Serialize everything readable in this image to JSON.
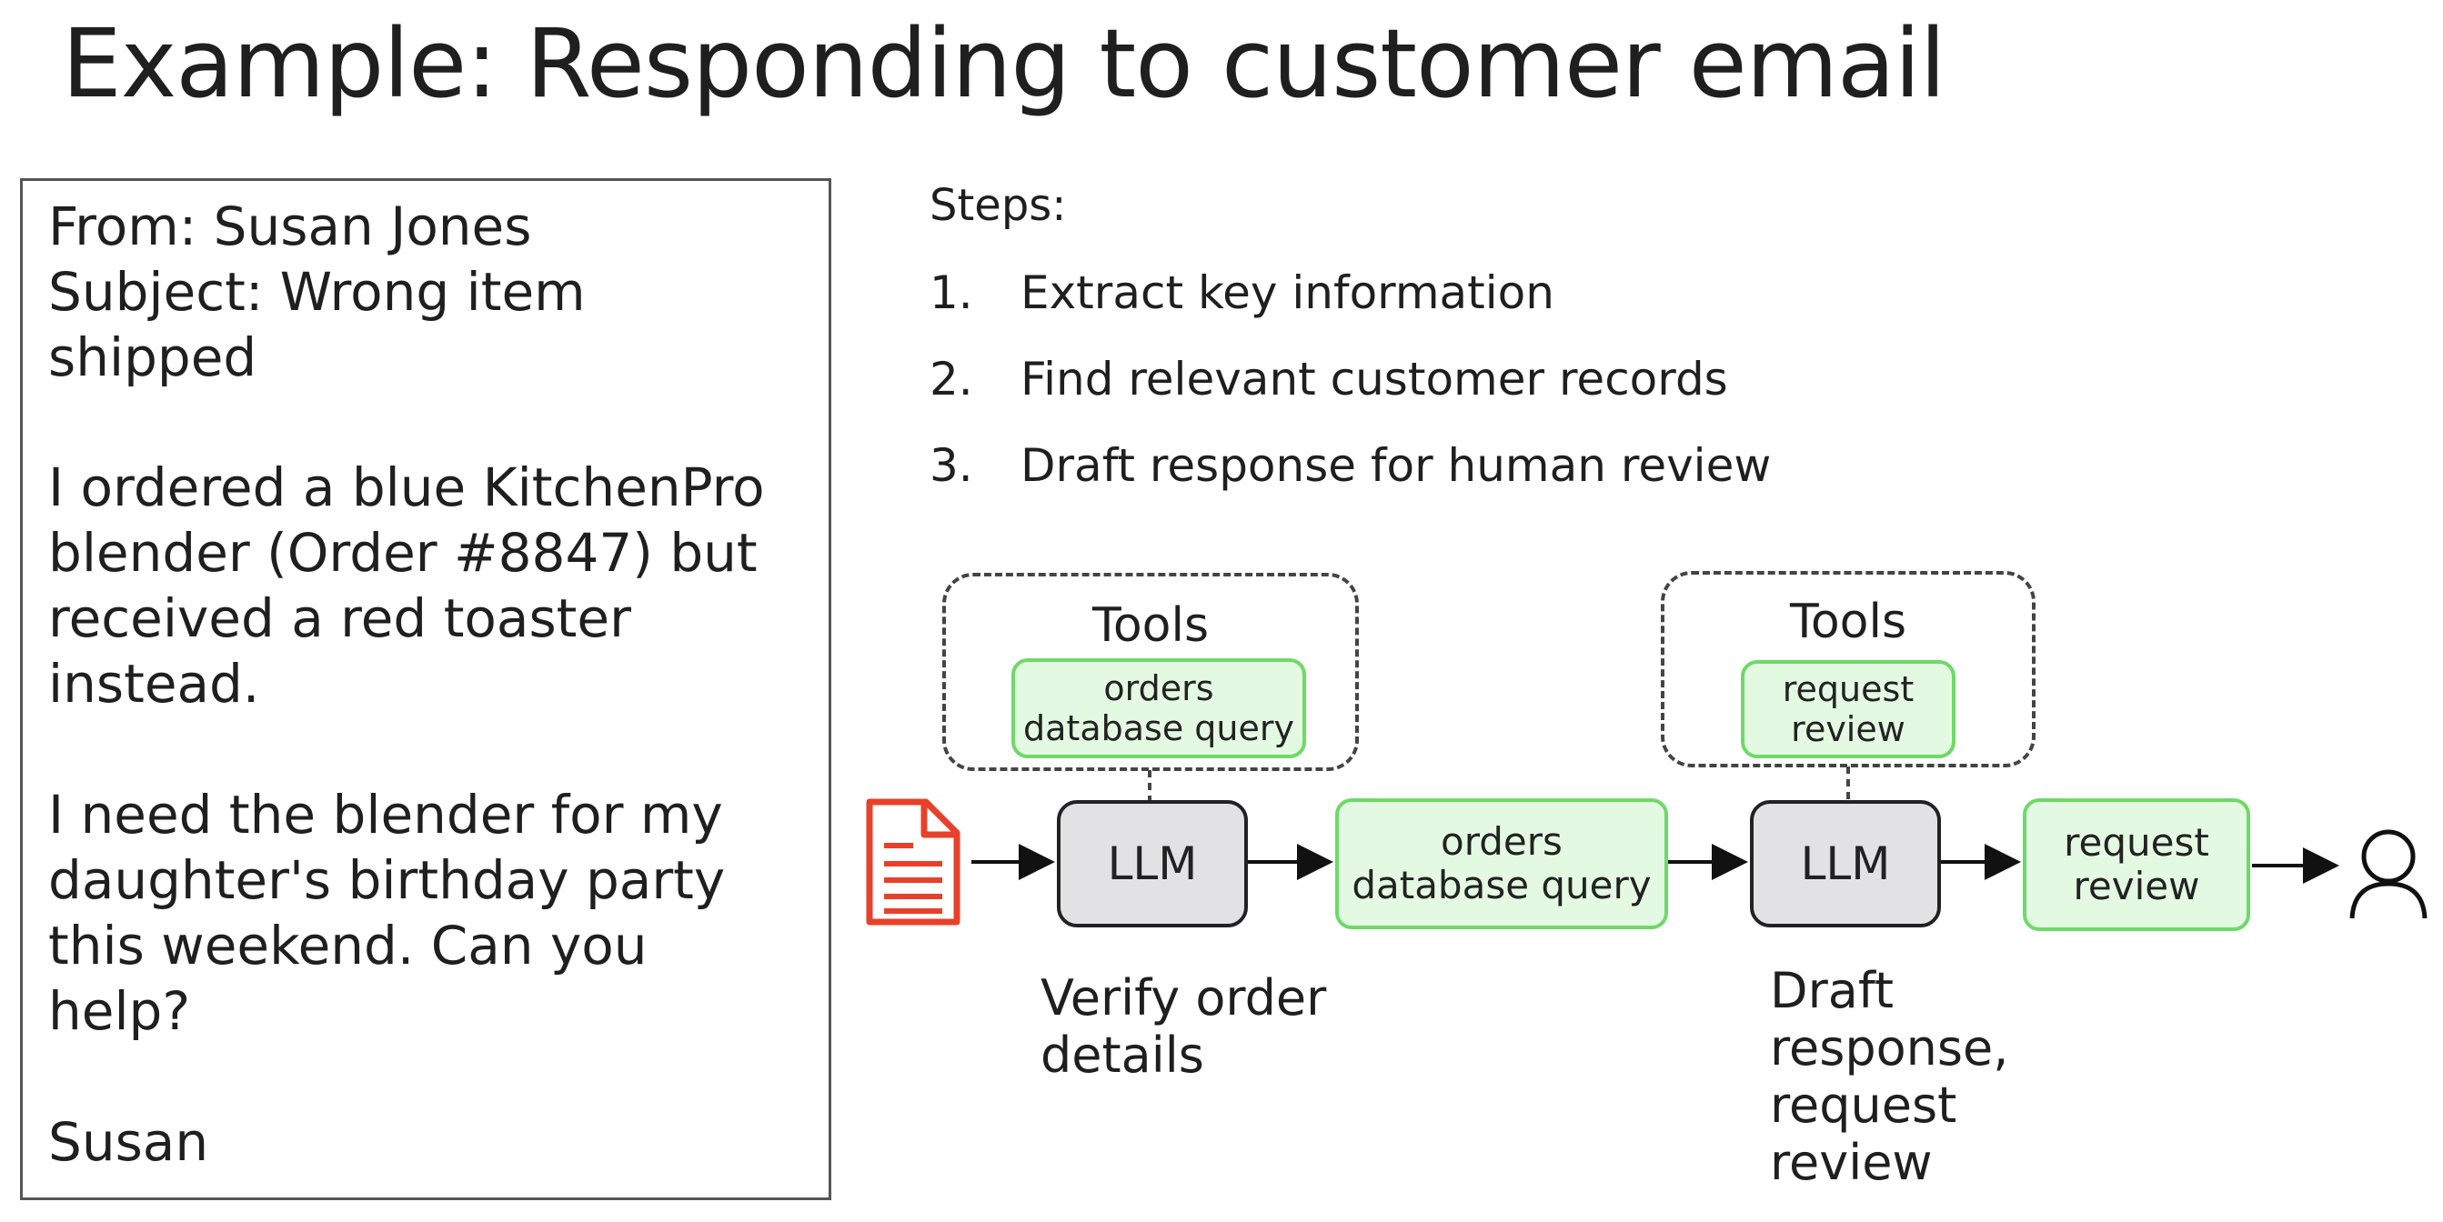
{
  "title": "Example: Responding to customer email",
  "email": {
    "lines": [
      "From: Susan Jones",
      "Subject: Wrong item",
      "shipped",
      "I ordered a blue KitchenPro",
      "blender (Order #8847) but",
      "received a red toaster",
      "instead.",
      "I need the blender for my",
      "daughter's birthday party",
      "this weekend. Can you",
      "help?",
      "Susan"
    ]
  },
  "steps": {
    "label": "Steps:",
    "items": [
      {
        "num": "1.",
        "text": "Extract key information"
      },
      {
        "num": "2.",
        "text": "Find relevant customer records"
      },
      {
        "num": "3.",
        "text": "Draft response for human review"
      }
    ]
  },
  "diagram": {
    "tools_label": "Tools",
    "tool1": {
      "line1": "orders",
      "line2": "database query"
    },
    "tool2": {
      "line1": "request",
      "line2": "review"
    },
    "llm_label": "LLM",
    "action1": {
      "line1": "orders",
      "line2": "database query"
    },
    "action2": {
      "line1": "request",
      "line2": "review"
    },
    "caption1": [
      "Verify order",
      "details"
    ],
    "caption2": [
      "Draft",
      "response,",
      "request",
      "review"
    ],
    "colors": {
      "document_icon": "#e8402a",
      "tool_fill": "#e3f9e1",
      "tool_border": "#6fd96a",
      "llm_fill": "#e2e2e4"
    }
  }
}
